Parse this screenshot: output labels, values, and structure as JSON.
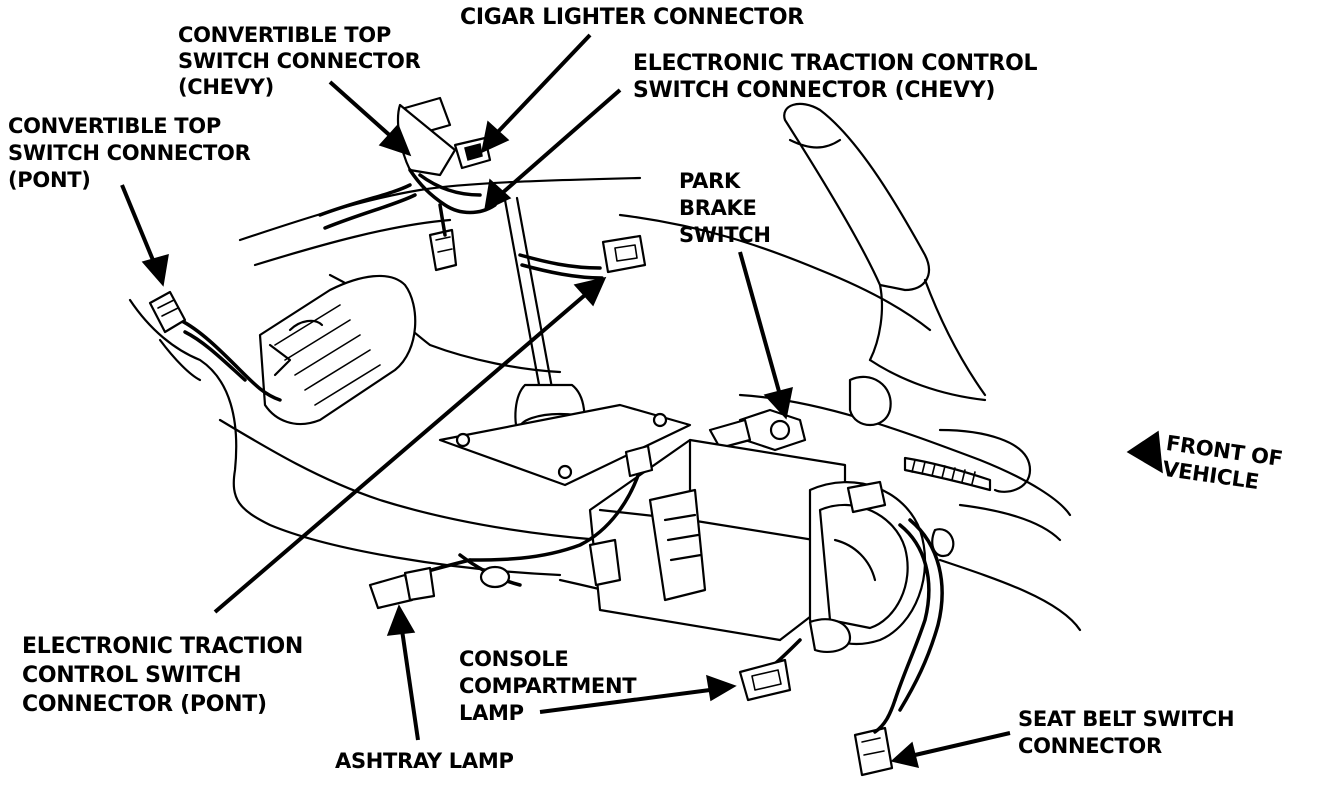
{
  "labels": {
    "cigar_lighter": [
      "CIGAR LIGHTER CONNECTOR"
    ],
    "conv_top_chevy": [
      "CONVERTIBLE TOP",
      "SWITCH CONNECTOR",
      "(CHEVY)"
    ],
    "etc_chevy": [
      "ELECTRONIC TRACTION CONTROL",
      "SWITCH CONNECTOR (CHEVY)"
    ],
    "conv_top_pont": [
      "CONVERTIBLE TOP",
      "SWITCH CONNECTOR",
      "(PONT)"
    ],
    "park_brake": [
      "PARK",
      "BRAKE",
      "SWITCH"
    ],
    "front_of_vehicle": [
      "FRONT OF",
      "VEHICLE"
    ],
    "etc_pont": [
      "ELECTRONIC TRACTION",
      "CONTROL SWITCH",
      "CONNECTOR (PONT)"
    ],
    "console_lamp": [
      "CONSOLE",
      "COMPARTMENT",
      "LAMP"
    ],
    "seat_belt": [
      "SEAT BELT SWITCH",
      "CONNECTOR"
    ],
    "ashtray": [
      "ASHTRAY LAMP"
    ]
  }
}
